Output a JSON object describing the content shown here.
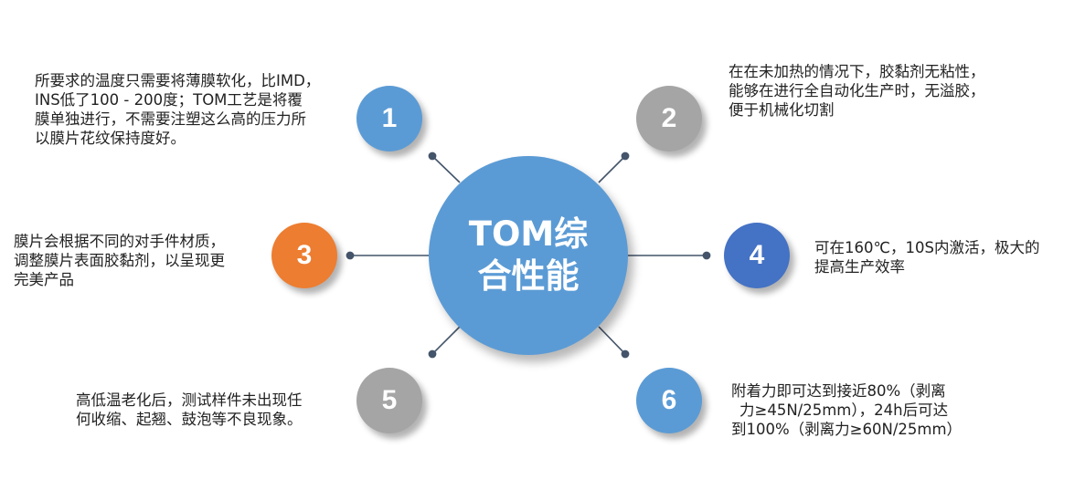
{
  "center": {
    "line1": "TOM综",
    "line2": "合性能"
  },
  "colors": {
    "blue": "#5b9bd5",
    "gray": "#a5a5a5",
    "orange": "#ed7d31",
    "dark_blue": "#4472c4",
    "connector": "#44546a"
  },
  "nodes": [
    {
      "number": "1",
      "color": "#5b9bd5",
      "lines": [
        "所要求的温度只需要将薄膜软化，比IMD，",
        "INS低了100 - 200度；TOM工艺是将覆",
        "膜单独进行，不需要注塑这么高的压力所",
        "以膜片花纹保持度好。"
      ]
    },
    {
      "number": "2",
      "color": "#a5a5a5",
      "lines": [
        "在在未加热的情况下，胶黏剂无粘性，",
        "能够在进行全自动化生产时，无溢胶，",
        "便于机械化切割"
      ]
    },
    {
      "number": "3",
      "color": "#ed7d31",
      "lines": [
        "膜片会根据不同的对手件材质，",
        "调整膜片表面胶黏剂，以呈现更",
        "完美产品"
      ]
    },
    {
      "number": "4",
      "color": "#4472c4",
      "lines": [
        "可在160℃，10S内激活，极大的",
        "提高生产效率"
      ]
    },
    {
      "number": "5",
      "color": "#a5a5a5",
      "lines": [
        "高低温老化后，测试样件未出现任",
        "何收缩、起翘、鼓泡等不良现象。"
      ]
    },
    {
      "number": "6",
      "color": "#5b9bd5",
      "lines": [
        "附着力即可达到接近80%（剥离",
        "力≥45N/25mm），24h后可达",
        "到100%（剥离力≥60N/25mm）"
      ]
    }
  ]
}
